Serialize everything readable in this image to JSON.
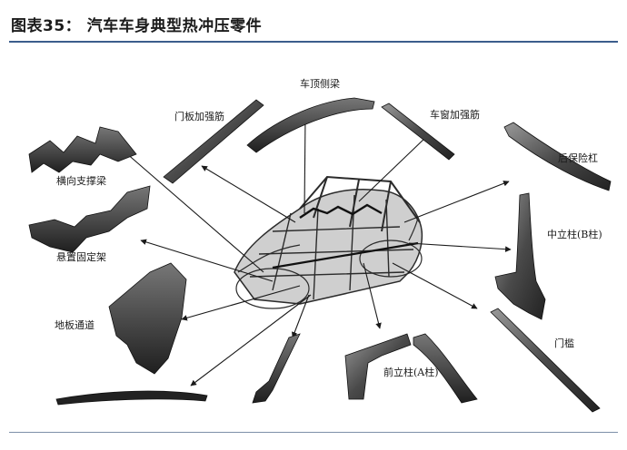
{
  "figure": {
    "title": "图表35： 汽车车身典型热冲压零件"
  },
  "parts": {
    "roof_rail": "车顶侧梁",
    "door_reinforcement": "门板加强筋",
    "window_reinforcement": "车窗加强筋",
    "cross_brace": "横向支撑梁",
    "rear_bumper": "后保险杠",
    "suspension_bracket": "悬置固定架",
    "b_pillar": "中立柱(B柱)",
    "floor_tunnel": "地板通道",
    "door_sill": "门槛",
    "a_pillar": "前立柱(A柱)"
  }
}
